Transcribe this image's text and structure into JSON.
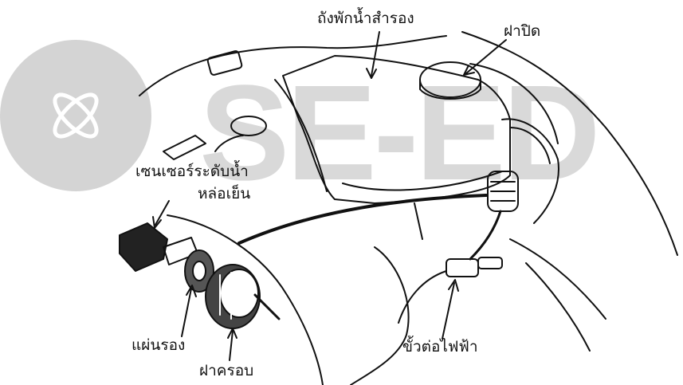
{
  "watermark": {
    "text": "SE-ED",
    "color": "#d9d9d9",
    "logo_icon": "interlocked-ellipses-logo"
  },
  "labels": {
    "reservoir": "ถังพักน้ำสำรอง",
    "cap": "ฝาปิด",
    "sensor_line1": "เซนเซอร์ระดับน้ำ",
    "sensor_line2": "หล่อเย็น",
    "gasket": "แผ่นรอง",
    "cover": "ฝาครอบ",
    "connector": "ขั้วต่อไฟฟ้า"
  },
  "colors": {
    "line": "#111111",
    "watermark": "#d9d9d9",
    "watermark_circle": "#d4d4d4"
  }
}
